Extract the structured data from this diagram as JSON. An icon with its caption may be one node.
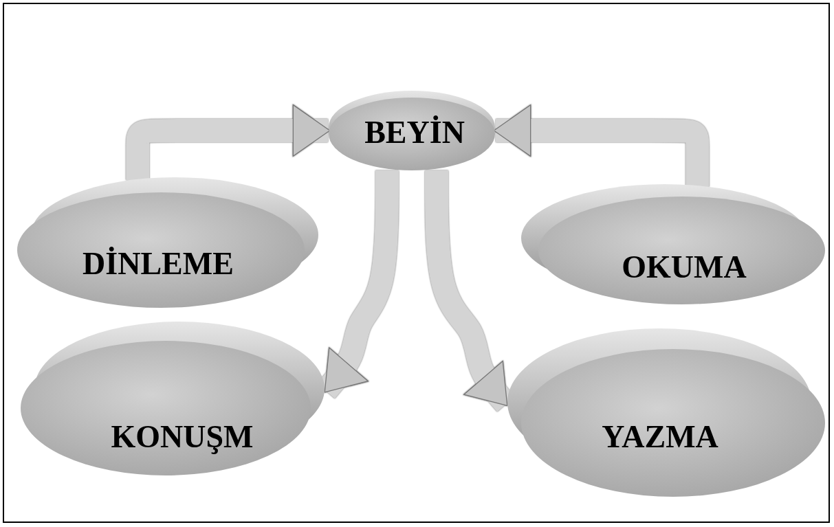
{
  "diagram": {
    "nodes": [
      {
        "text": [
          "BEYİN"
        ]
      },
      {
        "text": [
          "DİNLEME"
        ]
      },
      {
        "text": [
          "OKUMA"
        ]
      },
      {
        "text": [
          "KONUŞM"
        ]
      },
      {
        "text": [
          "YAZMA"
        ]
      }
    ],
    "edges": [
      {
        "from": 1,
        "to": 0,
        "arrow": "to"
      },
      {
        "from": 2,
        "to": 0,
        "arrow": "to"
      },
      {
        "from": 0,
        "to": 3,
        "arrow": "to"
      },
      {
        "from": 0,
        "to": 4,
        "arrow": "to"
      }
    ]
  }
}
